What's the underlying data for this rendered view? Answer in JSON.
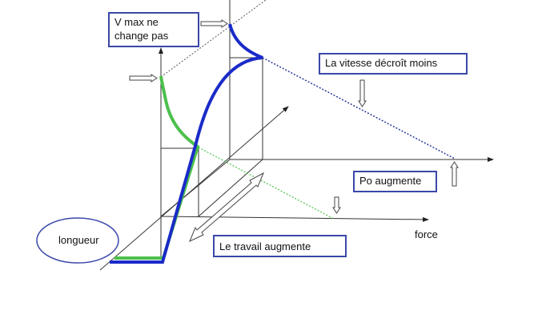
{
  "labels": {
    "vmax": "V max ne change pas",
    "vitesse": "La vitesse décroît moins",
    "po": "Po augmente",
    "travail": "Le travail augmente",
    "longueur": "longueur",
    "force": "force"
  },
  "colors": {
    "blue_curve": "#1a2bc8",
    "green_curve": "#4cc04c",
    "box_border": "#3b48a8"
  }
}
